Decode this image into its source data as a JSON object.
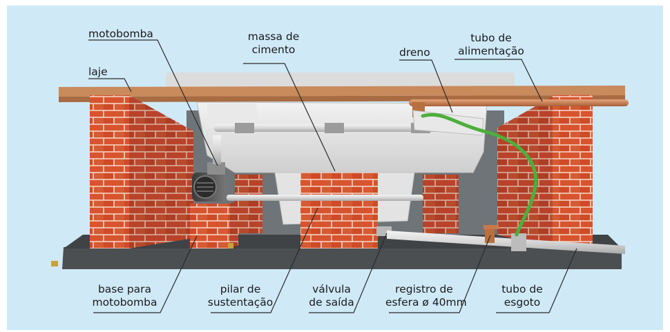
{
  "labels": {
    "motobomba": "motobomba",
    "laje": "laje",
    "massa_l1": "massa de",
    "massa_l2": "cimento",
    "dreno": "dreno",
    "tubo_alim_l1": "tubo de",
    "tubo_alim_l2": "alimentação",
    "base_l1": "base para",
    "base_l2": "motobomba",
    "pilar_l1": "pilar de",
    "pilar_l2": "sustentação",
    "valvula_l1": "válvula",
    "valvula_l2": "de saída",
    "registro_l1": "registro de",
    "registro_l2": "esfera ø 40mm",
    "esgoto_l1": "tubo de",
    "esgoto_l2": "esgoto"
  },
  "colors": {
    "background": "#cfe9f7",
    "brick": "#d8542e",
    "mortar": "#f3d5c6",
    "slab": "#c98a5c",
    "floor": "#555a5e",
    "tub": "#eaeaea",
    "pipe": "#dedede",
    "drain_hose": "#4caf3a",
    "copper": "#c8794c"
  }
}
